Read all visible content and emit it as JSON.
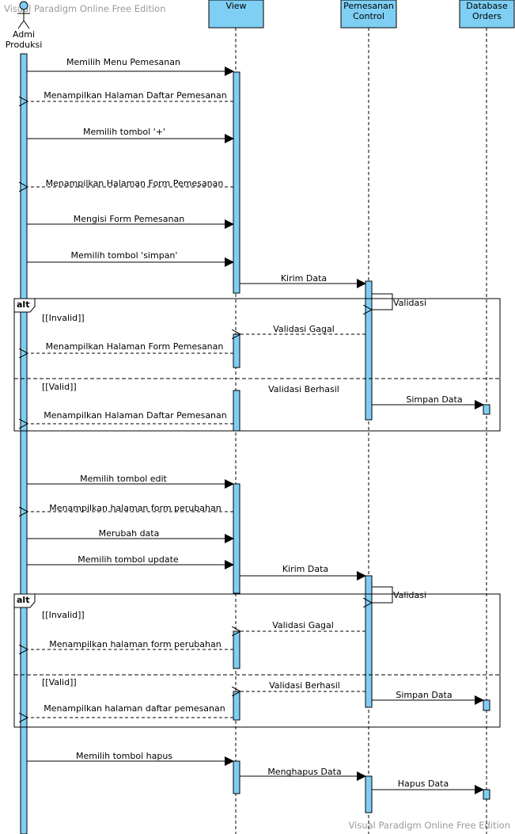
{
  "watermarks": {
    "top": "Visual Paradigm Online Free Edition",
    "bottom": "Visual Paradigm Online Free Edition"
  },
  "colors": {
    "lifeline_head_fill": "#7fcff5",
    "activation_fill": "#7fcff5",
    "line": "#000000",
    "watermark": "#9a9a9a"
  },
  "actor": {
    "lines": [
      "Admi",
      "Produksi"
    ]
  },
  "lifelines": {
    "view": {
      "lines": [
        "View"
      ]
    },
    "control": {
      "lines": [
        "Pemesanan",
        "Control"
      ]
    },
    "database": {
      "lines": [
        "Database",
        "Orders"
      ]
    }
  },
  "fragments": [
    {
      "operator": "alt",
      "guard1": "[[Invalid]]",
      "guard2": "[[Valid]]"
    },
    {
      "operator": "alt",
      "guard1": "[[Invalid]]",
      "guard2": "[[Valid]]"
    }
  ],
  "messages": [
    {
      "text": "Memilih Menu Pemesanan",
      "kind": "sync"
    },
    {
      "text": "Menampilkan Halaman Daftar Pemesanan",
      "kind": "reply"
    },
    {
      "text": "Memilih tombol '+'",
      "kind": "sync"
    },
    {
      "text": "Menampilkan Halaman Form Pemesanan",
      "kind": "reply"
    },
    {
      "text": "Mengisi Form Pemesanan",
      "kind": "sync"
    },
    {
      "text": "Memilih tombol 'simpan'",
      "kind": "sync"
    },
    {
      "text": "Kirim Data",
      "kind": "sync"
    },
    {
      "text": "Validasi",
      "kind": "self"
    },
    {
      "text": "Validasi Gagal",
      "kind": "reply"
    },
    {
      "text": "Menampilkan Halaman Form Pemesanan",
      "kind": "reply"
    },
    {
      "text": "Validasi Berhasil",
      "kind": "note"
    },
    {
      "text": "Simpan Data",
      "kind": "sync"
    },
    {
      "text": "Menampilkan Halaman Daftar Pemesanan",
      "kind": "reply"
    },
    {
      "text": "Memilih tombol edit",
      "kind": "sync"
    },
    {
      "text": "Menampilkan halaman form perubahan",
      "kind": "reply"
    },
    {
      "text": "Merubah data",
      "kind": "sync"
    },
    {
      "text": "Memilih tombol update",
      "kind": "sync"
    },
    {
      "text": "Kirim Data",
      "kind": "sync"
    },
    {
      "text": "Validasi",
      "kind": "self"
    },
    {
      "text": "Validasi Gagal",
      "kind": "reply"
    },
    {
      "text": "Menampilkan halaman form perubahan",
      "kind": "reply"
    },
    {
      "text": "Validasi Berhasil",
      "kind": "reply"
    },
    {
      "text": "Simpan Data",
      "kind": "sync"
    },
    {
      "text": "Menampilkan halaman daftar pemesanan",
      "kind": "reply"
    },
    {
      "text": "Memilih tombol hapus",
      "kind": "sync"
    },
    {
      "text": "Menghapus Data",
      "kind": "sync"
    },
    {
      "text": "Hapus Data",
      "kind": "sync"
    }
  ]
}
